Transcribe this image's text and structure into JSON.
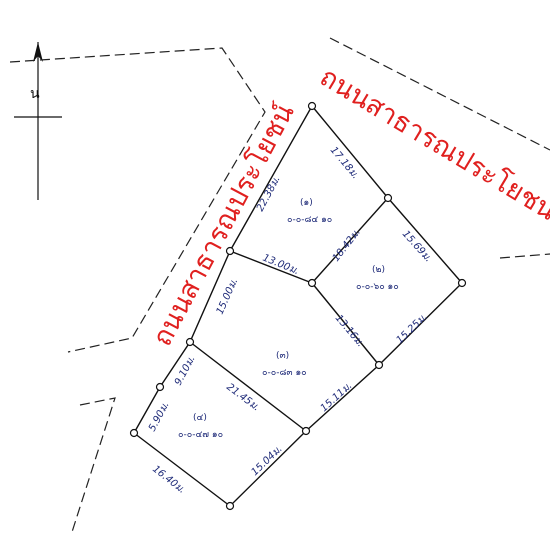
{
  "north_label": "น",
  "roads": {
    "left_label": "ถนนสาธารณประโยชน์",
    "right_label": "ถนนสาธารณประโยชน์"
  },
  "dimensions": {
    "top_right": "17.18ม.",
    "top_left": "22.38ม.",
    "mid_vertical": "18.42ม.",
    "right_upper": "15.69ม.",
    "divider_upper": "13.00ม.",
    "left_mid": "15.00ม.",
    "divider_right": "13.16ม.",
    "right_lower": "15.25ม.",
    "left_short": "9.10ม.",
    "divider_lower": "21.45ม.",
    "right_bottom": "15.11ม.",
    "left_bottom": "5.90ม.",
    "bottom_left": "16.40ม.",
    "bottom_right": "15.04ม."
  },
  "plots": {
    "p1": {
      "number": "(๑)",
      "area": "๐-๐-๘๔ ๑๐"
    },
    "p2": {
      "number": "(๒)",
      "area": "๐-๐-๖๐ ๑๐"
    },
    "p3": {
      "number": "(๓)",
      "area": "๐-๐-๘๓ ๑๐"
    },
    "p4": {
      "number": "(๔)",
      "area": "๐-๐-๔๗ ๑๐"
    }
  }
}
